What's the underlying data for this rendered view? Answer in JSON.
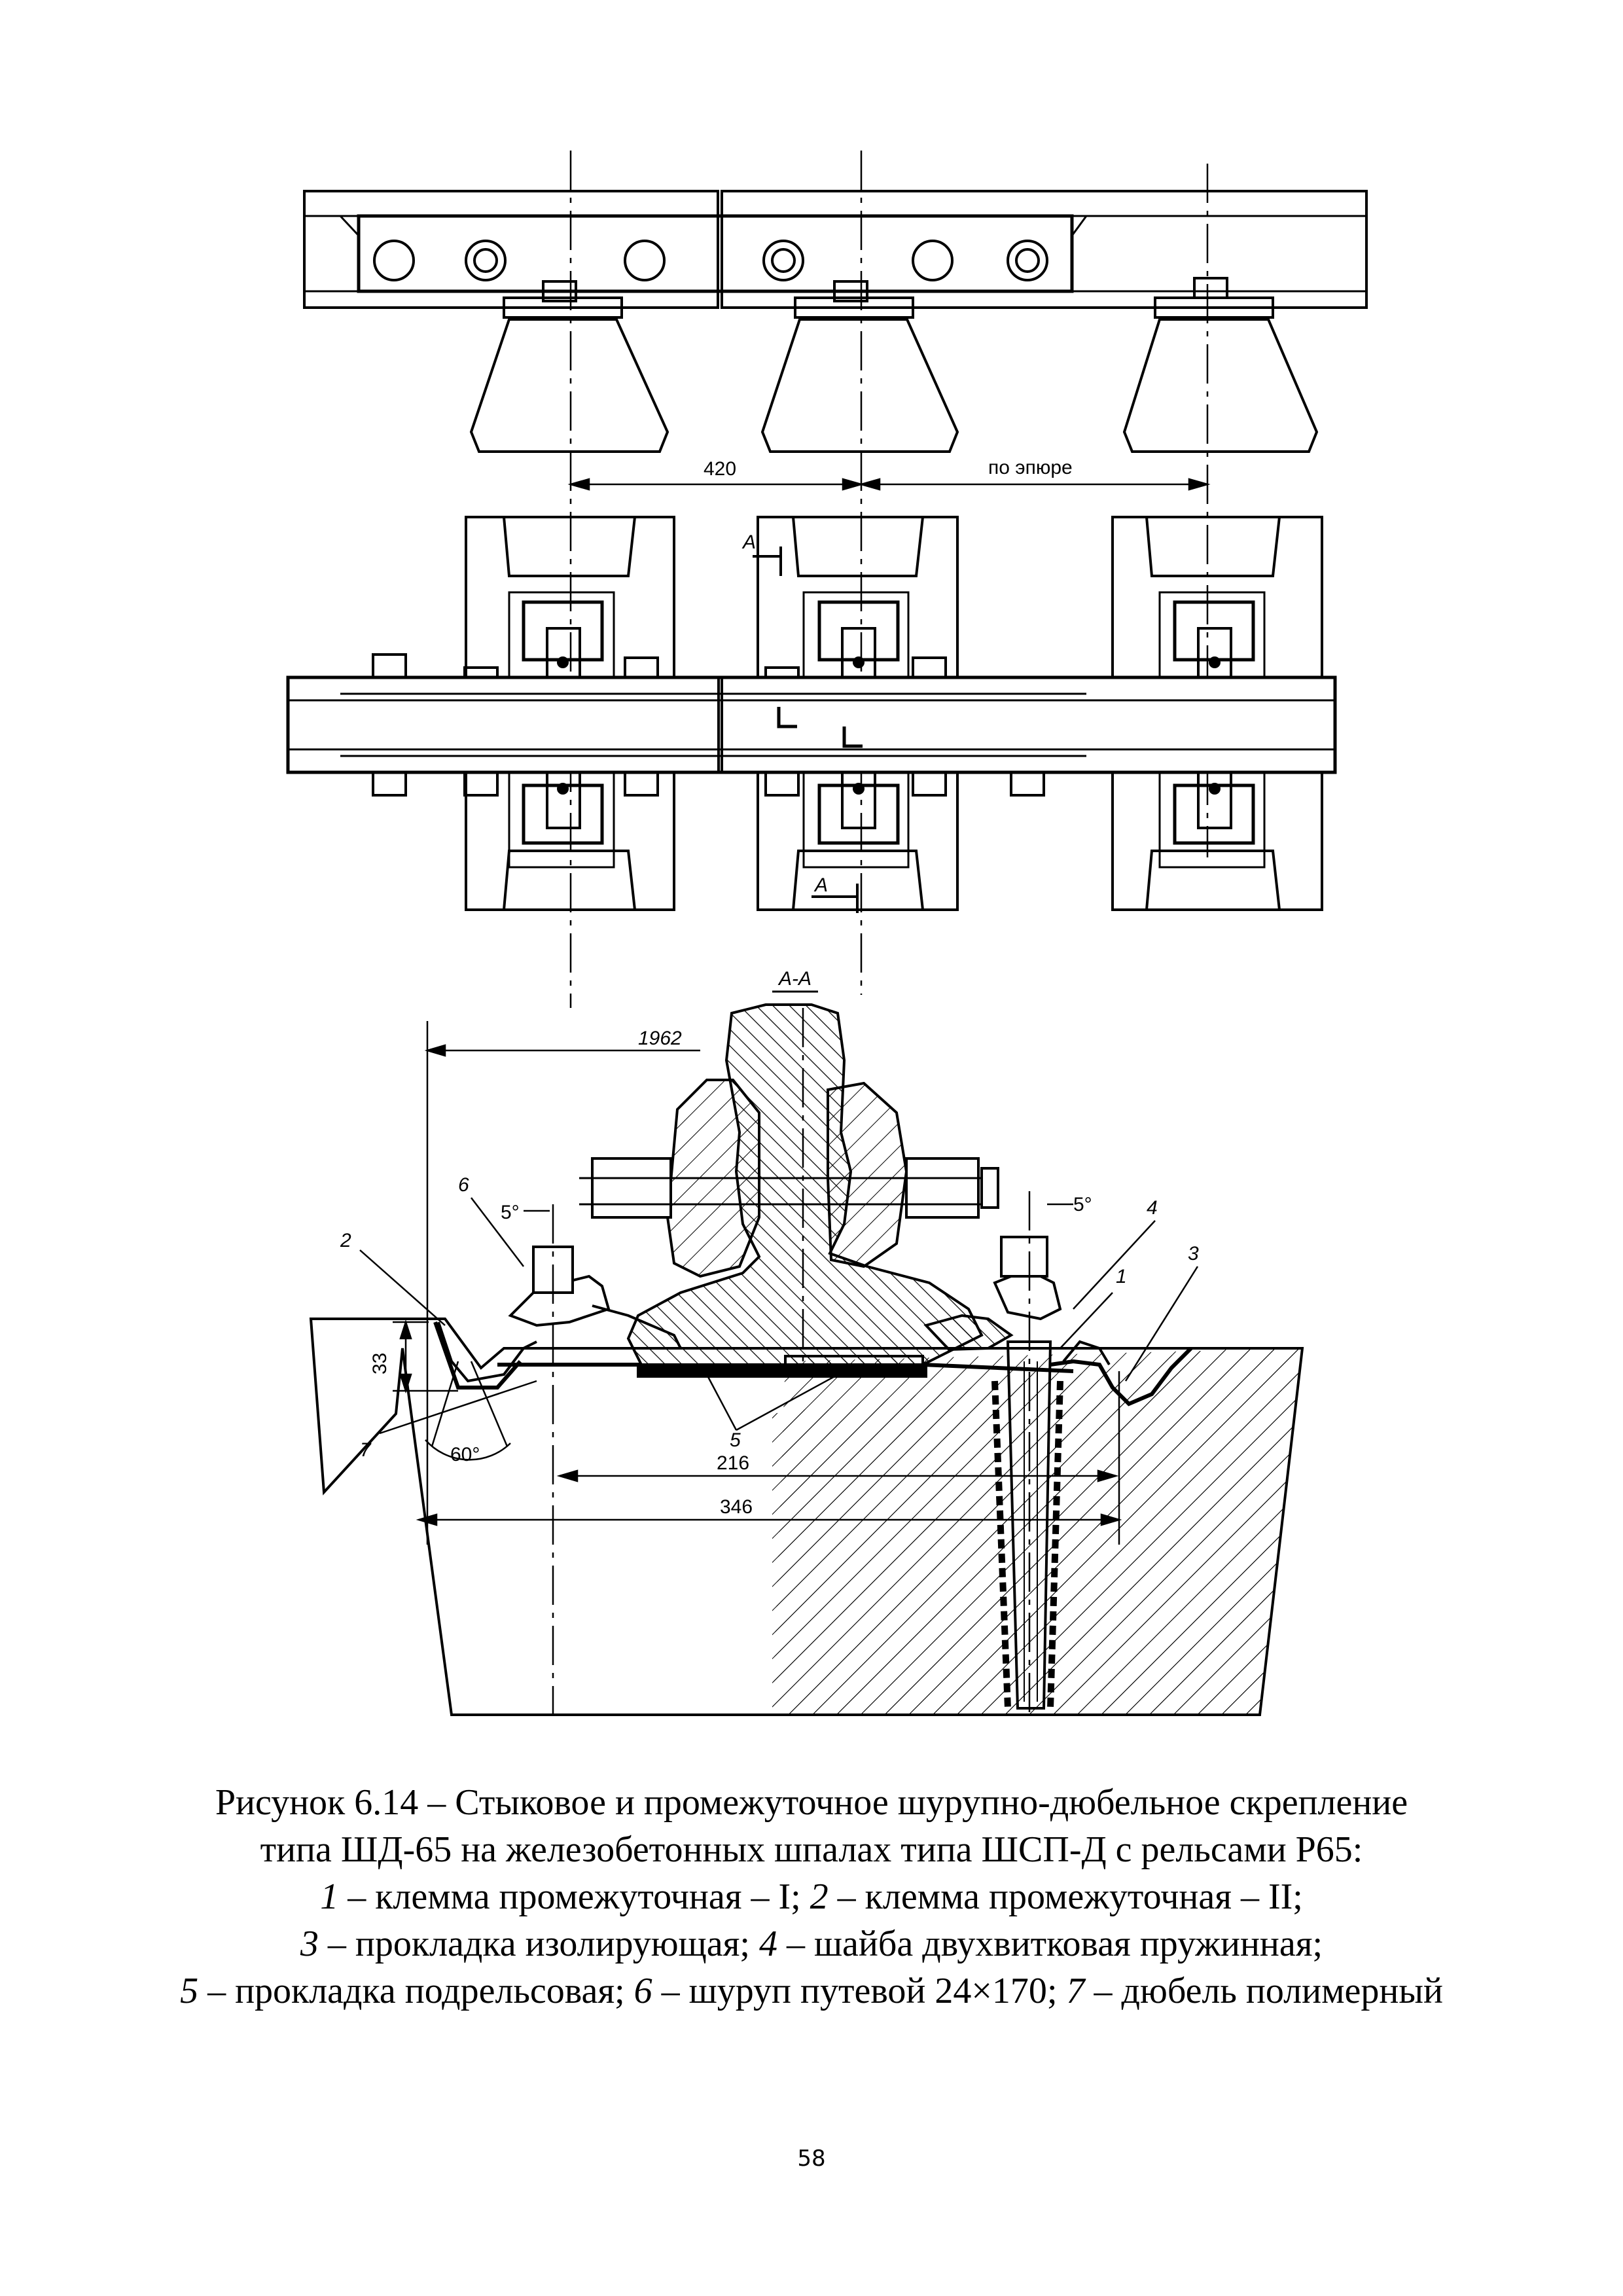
{
  "figure": {
    "section_label": "А-А",
    "cut_marker": "А",
    "dimensions": {
      "sleeper_spacing": "420",
      "spacing_by_layout": "по эпюре",
      "overall_width": "1962",
      "pad_height": "33",
      "dowel_angle": "60°",
      "tilt_left": "5°",
      "tilt_right": "5°",
      "width_216": "216",
      "width_346": "346"
    },
    "part_numbers": [
      "1",
      "2",
      "3",
      "4",
      "5",
      "6",
      "7"
    ]
  },
  "caption": {
    "line1": "Рисунок 6.14 – Стыковое и промежуточное шурупно-дюбельное скрепление",
    "line2": "типа ШД-65 на железобетонных шпалах типа ШСП-Д с рельсами Р65:",
    "legend": [
      {
        "num": "1",
        "text": "клемма промежуточная – I"
      },
      {
        "num": "2",
        "text": "клемма промежуточная – II"
      },
      {
        "num": "3",
        "text": "прокладка изолирующая"
      },
      {
        "num": "4",
        "text": "шайба двухвитковая пружинная"
      },
      {
        "num": "5",
        "text": "прокладка подрельсовая"
      },
      {
        "num": "6",
        "text": "шуруп путевой 24×170"
      },
      {
        "num": "7",
        "text": "дюбель полимерный"
      }
    ]
  },
  "page_number": "58"
}
